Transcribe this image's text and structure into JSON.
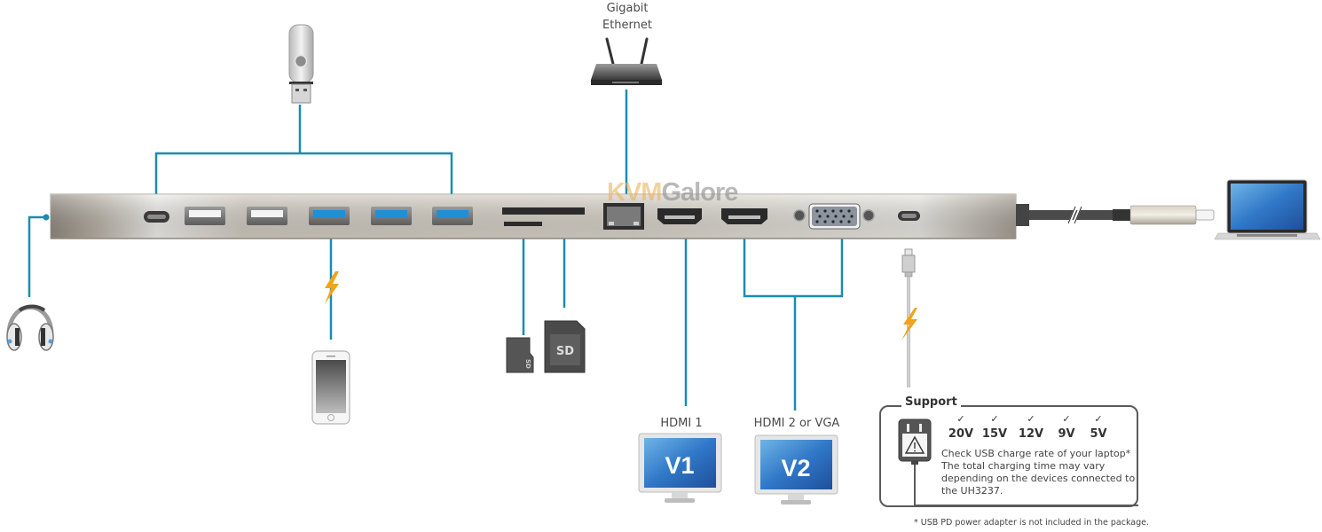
{
  "diagram": {
    "title": "UH3237 USB-C Multiport Dock connection diagram",
    "watermark": {
      "part1": "KVM",
      "part2": "Galore"
    },
    "colors": {
      "connector_line": "#1a8cb0",
      "dock_body": "#c9c3b8",
      "usb3_blue": "#1f8fd6",
      "lightning": "#f2a31b",
      "monitor_screen": "#2f6fbf"
    },
    "top_devices": {
      "router_label_line1": "Gigabit",
      "router_label_line2": "Ethernet"
    },
    "ports": [
      {
        "id": "audio",
        "name": "3.5mm audio jack"
      },
      {
        "id": "usbc-front",
        "name": "USB-C data port"
      },
      {
        "id": "usb-a-1",
        "name": "USB-A 2.0"
      },
      {
        "id": "usb-a-2",
        "name": "USB-A 2.0"
      },
      {
        "id": "usb-a-3",
        "name": "USB-A 3.1 (charging)"
      },
      {
        "id": "usb-a-4",
        "name": "USB-A 3.1"
      },
      {
        "id": "usb-a-5",
        "name": "USB-A 3.1"
      },
      {
        "id": "sd",
        "name": "SD card slot"
      },
      {
        "id": "microsd",
        "name": "microSD card slot"
      },
      {
        "id": "rj45",
        "name": "Gigabit Ethernet"
      },
      {
        "id": "hdmi1",
        "name": "HDMI 1"
      },
      {
        "id": "hdmi2",
        "name": "HDMI 2"
      },
      {
        "id": "vga",
        "name": "VGA"
      },
      {
        "id": "usbc-pd",
        "name": "USB-C PD input"
      }
    ],
    "cards": {
      "sd_label": "SD",
      "microsd_label": "SD"
    },
    "monitors": [
      {
        "label": "HDMI 1",
        "screen_text": "V1"
      },
      {
        "label": "HDMI 2 or VGA",
        "screen_text": "V2"
      }
    ],
    "support": {
      "title": "Support",
      "voltages": [
        "20V",
        "15V",
        "12V",
        "9V",
        "5V"
      ],
      "check_glyph": "✓",
      "text": "Check USB charge rate of your laptop* The total charging time may vary depending on the devices connected to the UH3237.",
      "footnote": "* USB PD power adapter is not included in the package."
    }
  }
}
